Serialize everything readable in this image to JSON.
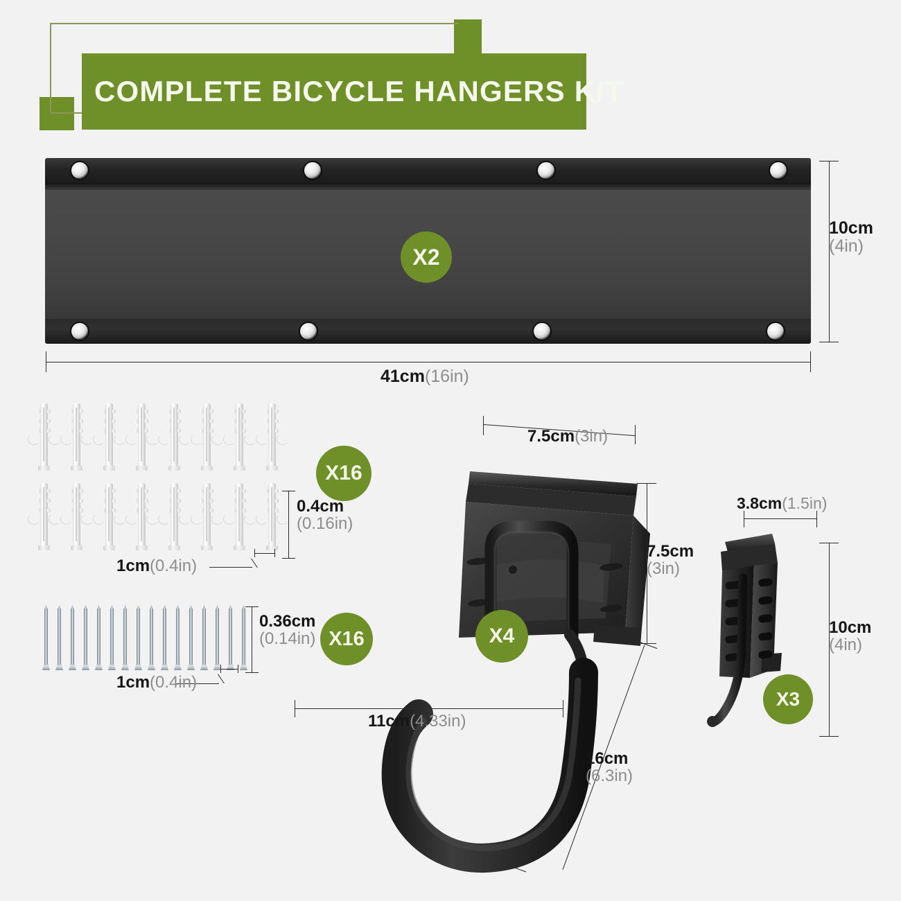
{
  "page": {
    "background_color": "#f2f2f2",
    "accent_green": "#6f9029",
    "frame_line_color": "#8a9a56",
    "dim_cm_color": "#161616",
    "dim_in_color": "#8d8d8d"
  },
  "header": {
    "title": "COMPLETE BICYCLE HANGERS KIT",
    "bar_color": "#6f9029",
    "title_color": "#f5f8ec"
  },
  "items": {
    "rail": {
      "name": "wall-mount-rail",
      "badge": "X2",
      "width_cm": "41cm",
      "width_in": "(16in)",
      "height_cm": "10cm",
      "height_in": "(4in)",
      "hole_count": 8
    },
    "anchors": {
      "name": "plastic-wall-anchors",
      "badge": "X16",
      "count": 16,
      "rows": 2,
      "per_row": 8,
      "diameter_cm": "0.4cm",
      "diameter_in": "(0.16in)",
      "pitch_cm": "1cm",
      "pitch_in": "(0.4in)"
    },
    "screws": {
      "name": "mounting-screws",
      "badge": "X16",
      "count": 16,
      "rows": 1,
      "diameter_cm": "0.36cm",
      "diameter_in": "(0.14in)",
      "pitch_cm": "1cm",
      "pitch_in": "(0.4in)"
    },
    "large_hook": {
      "name": "large-bicycle-hook",
      "badge": "X4",
      "bracket_width_cm": "7.5cm",
      "bracket_width_in": "(3in)",
      "bracket_height_cm": "7.5cm",
      "bracket_height_in": "(3in)",
      "hook_span_cm": "11cm",
      "hook_span_in": "(4.33in)",
      "hook_drop_cm": "16cm",
      "hook_drop_in": "(6.3in)"
    },
    "small_hook": {
      "name": "small-utility-hook",
      "badge": "X3",
      "width_cm": "3.8cm",
      "width_in": "(1.5in)",
      "height_cm": "10cm",
      "height_in": "(4in)"
    }
  }
}
